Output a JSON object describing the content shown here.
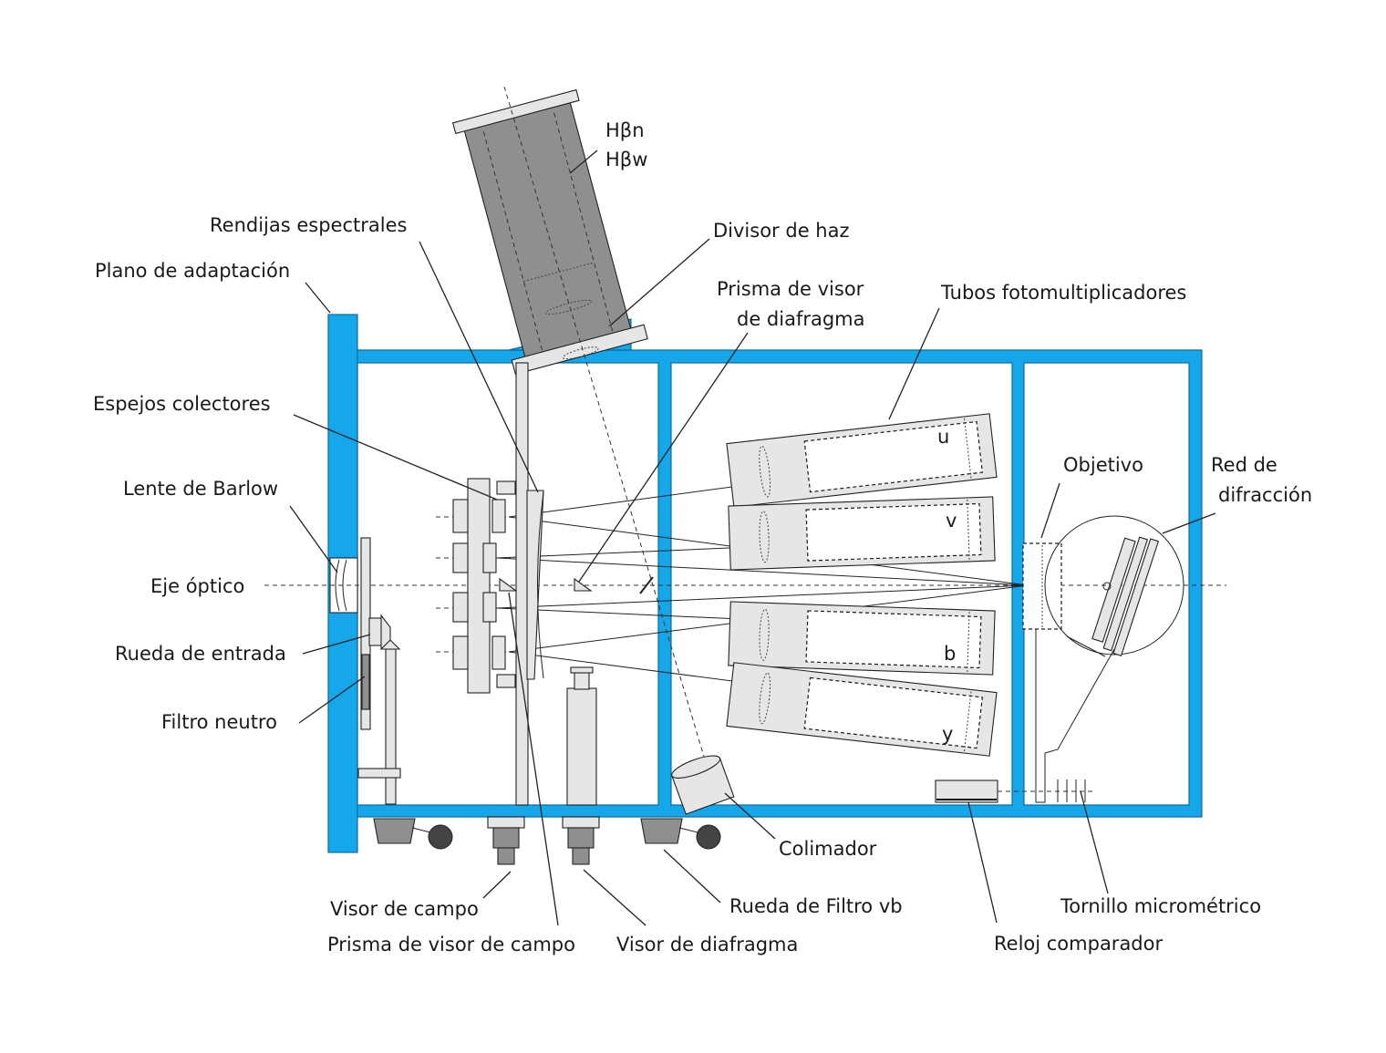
{
  "labels": {
    "hbeta_n": "Hβn",
    "hbeta_w": "Hβw",
    "rendijas_espectrales": "Rendijas espectrales",
    "divisor_de_haz": "Divisor de haz",
    "plano_de_adaptacion": "Plano de adaptación",
    "prisma_visor_diafragma_1": "Prisma de visor",
    "prisma_visor_diafragma_2": "de diafragma",
    "tubos_fotomultiplicadores": "Tubos fotomultiplicadores",
    "espejos_colectores": "Espejos colectores",
    "objetivo": "Objetivo",
    "red_de_difraccion_1": "Red de",
    "red_de_difraccion_2": "difracción",
    "lente_de_barlow": "Lente de Barlow",
    "eje_optico": "Eje óptico",
    "rueda_de_entrada": "Rueda de entrada",
    "filtro_neutro": "Filtro neutro",
    "colimador": "Colimador",
    "visor_de_campo": "Visor de campo",
    "rueda_de_filtro_vb": "Rueda de Filtro vb",
    "tornillo_micrometrico": "Tornillo micrométrico",
    "prisma_de_visor_de_campo": "Prisma de visor de campo",
    "visor_de_diafragma": "Visor de diafragma",
    "reloj_comparador": "Reloj comparador"
  },
  "tubes": {
    "u": "u",
    "v": "v",
    "b": "b",
    "y": "y"
  },
  "colors": {
    "frame": "#16a6ea",
    "parts": "#e6e6e6",
    "dark_parts": "#8f8f8f"
  }
}
